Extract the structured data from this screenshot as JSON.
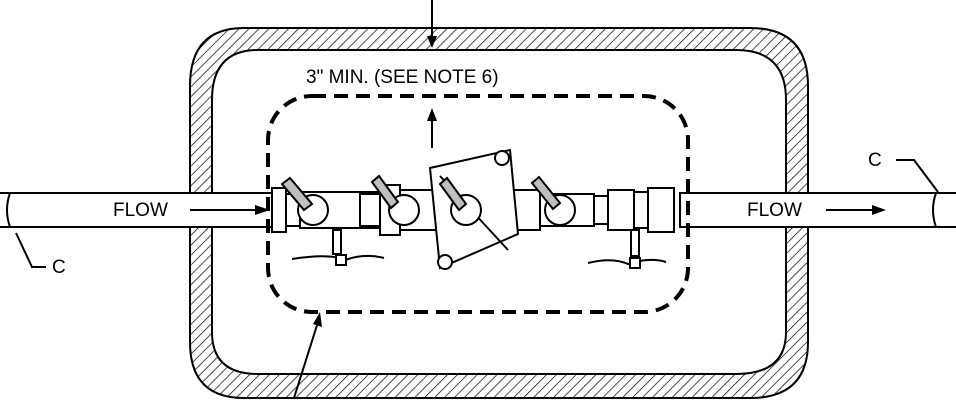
{
  "labels": {
    "clearance": "3\" MIN. (SEE NOTE 6)",
    "flow_left": "FLOW",
    "flow_right": "FLOW",
    "c_left": "C",
    "c_right": "C"
  },
  "colors": {
    "line": "#000000",
    "handle_fill": "#bfbfbf",
    "background": "#ffffff"
  }
}
